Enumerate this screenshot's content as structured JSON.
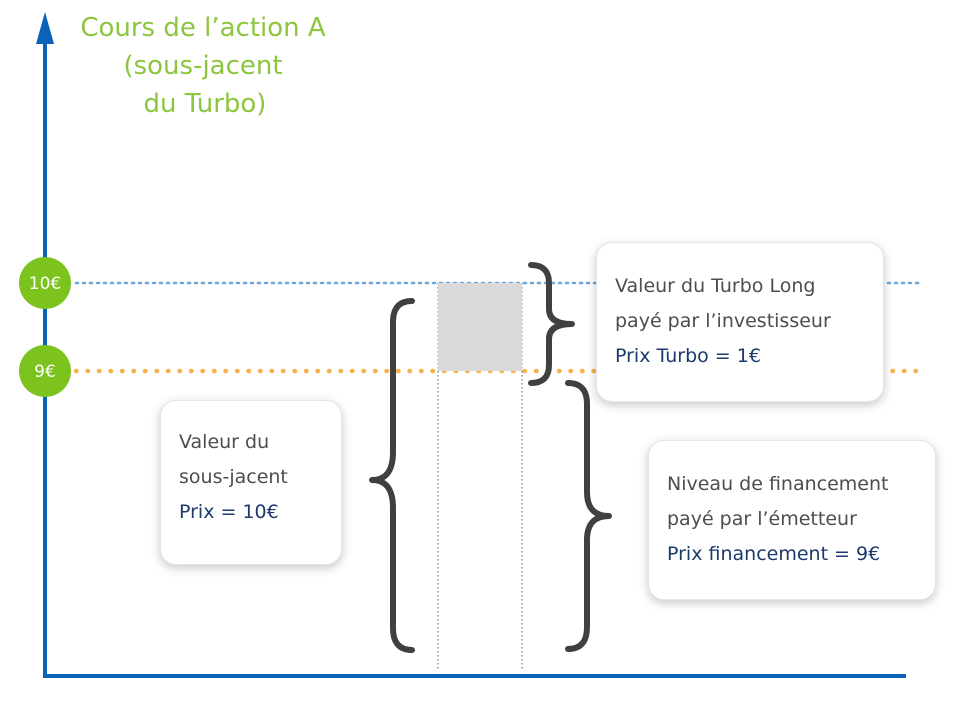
{
  "axis_title": {
    "lines": [
      "Cours de l’action A",
      "(sous-jacent",
      "du Turbo)"
    ]
  },
  "levels": {
    "high": {
      "label": "10€",
      "line_color": "#6aa7dd"
    },
    "low": {
      "label": "9€",
      "line_color": "#f5b24f"
    }
  },
  "boxes": {
    "turbo": {
      "line1": "Valeur du Turbo Long",
      "line2": "payé par l’investisseur",
      "price": "Prix Turbo = 1€"
    },
    "underlying": {
      "line1": "Valeur du",
      "line2": "sous-jacent",
      "price": "Prix = 10€"
    },
    "financing": {
      "line1": "Niveau de financement",
      "line2": "payé par l’émetteur",
      "price": "Prix financement = 9€"
    }
  },
  "colors": {
    "axis": "#0b63b7",
    "title": "#8cc63f",
    "level_badge": "#7cc31e",
    "price_text": "#1b3a6b",
    "turbo_block": "#d9d9d9",
    "brace": "#404040"
  }
}
